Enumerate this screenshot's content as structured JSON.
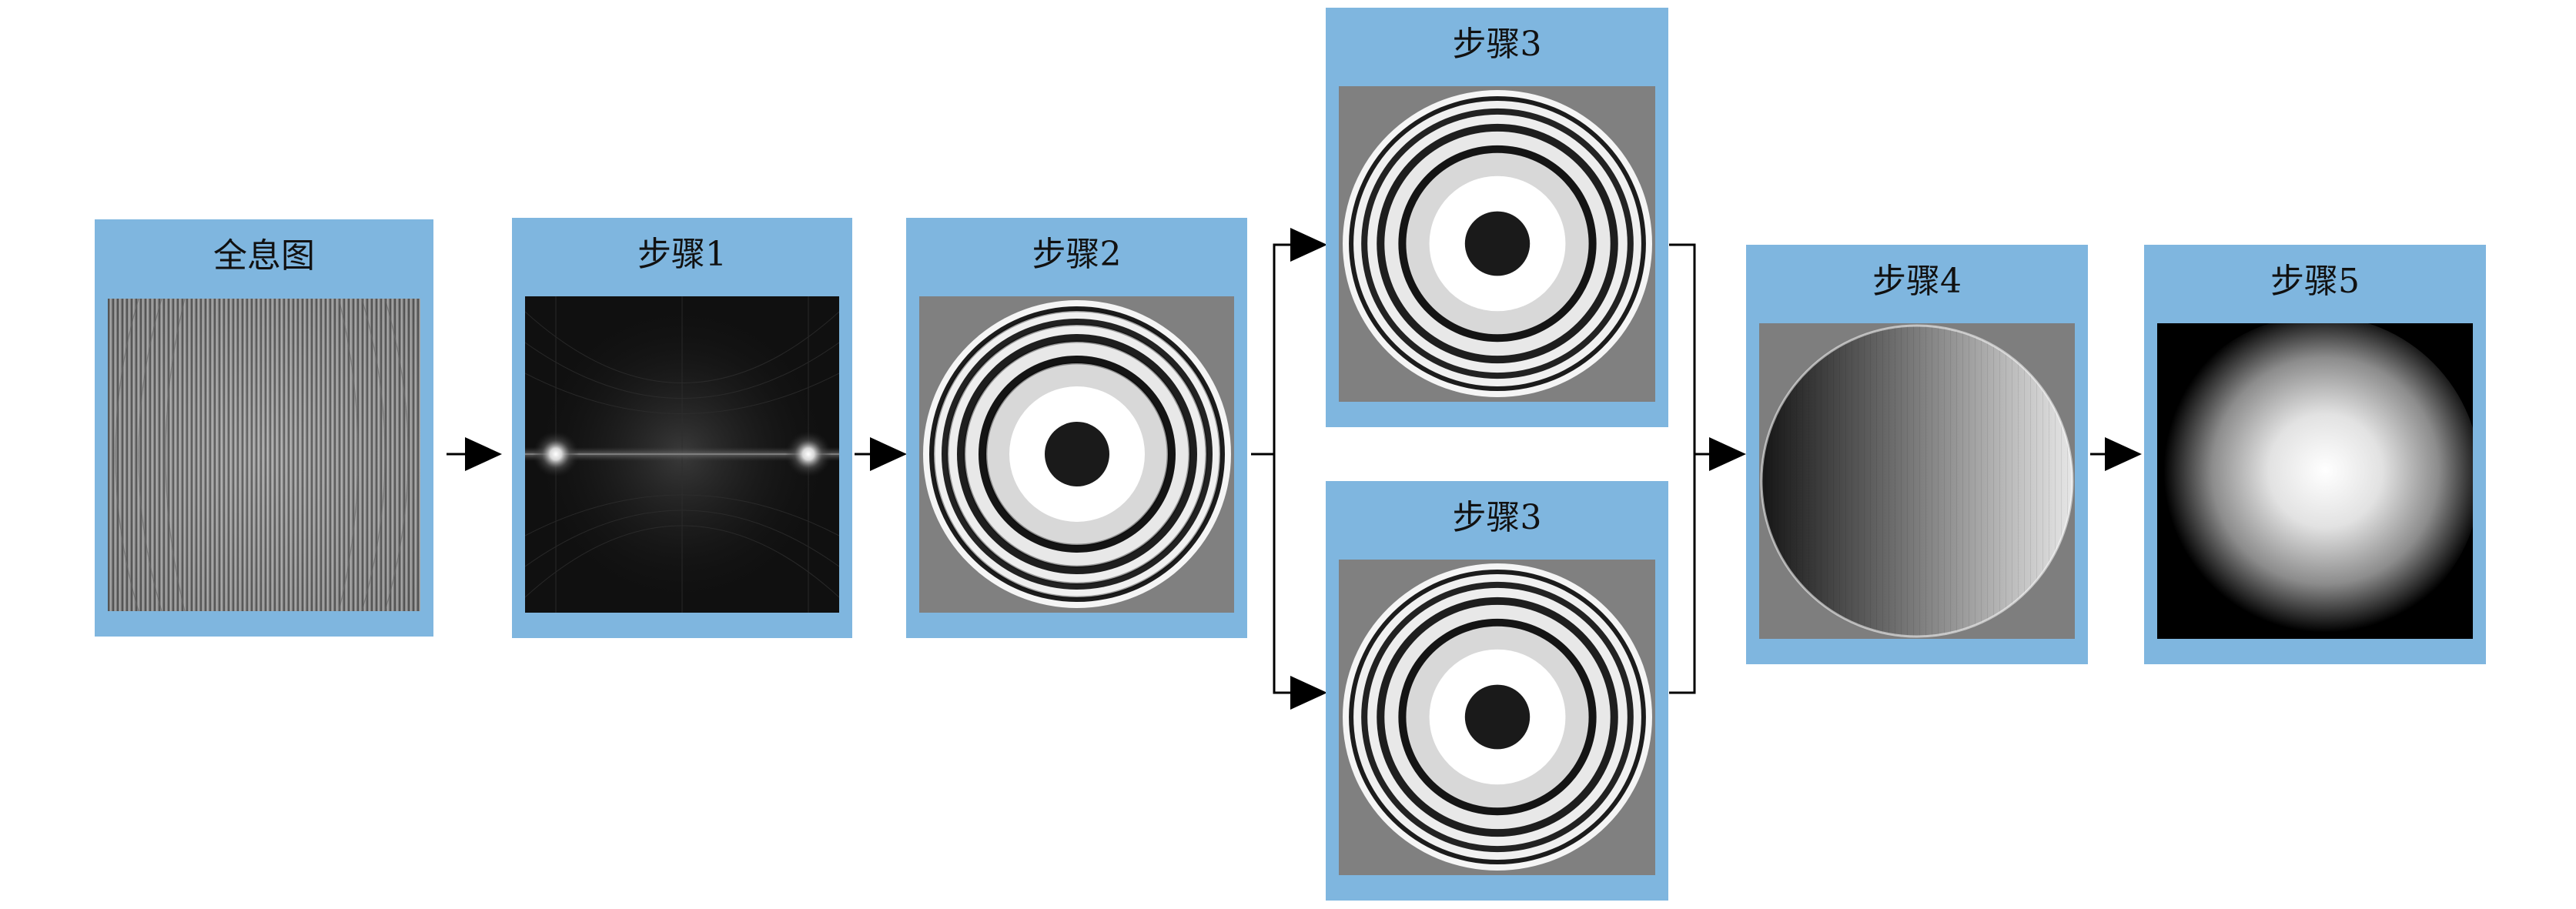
{
  "panels": {
    "hologram": {
      "title": "全息图"
    },
    "step1": {
      "title": "步骤1"
    },
    "step2": {
      "title": "步骤2"
    },
    "step3_top": {
      "title": "步骤3"
    },
    "step3_bottom": {
      "title": "步骤3"
    },
    "step4": {
      "title": "步骤4"
    },
    "step5": {
      "title": "步骤5"
    }
  },
  "colors": {
    "panel": "#7fb6df",
    "arrow": "#000000",
    "background": "#ffffff"
  }
}
